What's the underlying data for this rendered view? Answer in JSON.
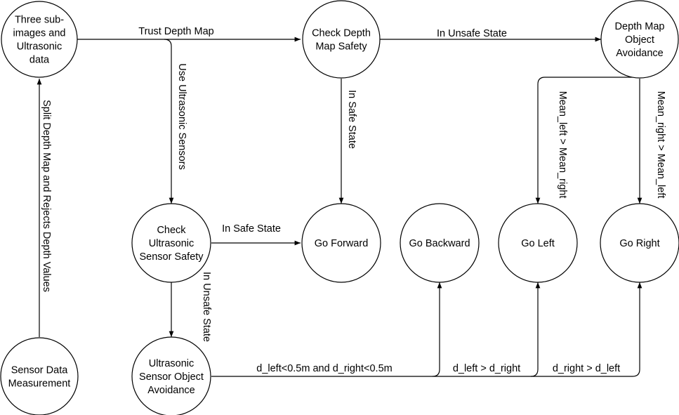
{
  "nodes": {
    "three_sub": {
      "lines": [
        "Three sub-",
        "images and",
        "Ultrasonic",
        "data"
      ]
    },
    "check_depth": {
      "lines": [
        "Check Depth",
        "Map Safety"
      ]
    },
    "depth_avoid": {
      "lines": [
        "Depth Map",
        "Object",
        "Avoidance"
      ]
    },
    "check_us": {
      "lines": [
        "Check",
        "Ultrasonic",
        "Sensor Safety"
      ]
    },
    "go_forward": {
      "lines": [
        "Go Forward"
      ]
    },
    "go_backward": {
      "lines": [
        "Go Backward"
      ]
    },
    "go_left": {
      "lines": [
        "Go Left"
      ]
    },
    "go_right": {
      "lines": [
        "Go Right"
      ]
    },
    "sensor_meas": {
      "lines": [
        "Sensor Data",
        "Measurement"
      ]
    },
    "us_avoid": {
      "lines": [
        "Ultrasonic",
        "Sensor Object",
        "Avoidance"
      ]
    }
  },
  "edges": {
    "trust_depth": "Trust Depth Map",
    "use_ultrasonic": "Use Ultrasonic Sensors",
    "depth_unsafe": "In Unsafe State",
    "depth_safe": "In Safe State",
    "mean_left": "Mean_left > Mean_right",
    "mean_right": "Mean_right > Mean_left",
    "split_depth": "Split Depth Map and Rejects Depth Values",
    "us_safe": "In Safe State",
    "us_unsafe": "In Unsafe State",
    "both_close": "d_left<0.5m and d_right<0.5m",
    "dleft_gt": "d_left > d_right",
    "dright_gt": "d_right > d_left"
  }
}
